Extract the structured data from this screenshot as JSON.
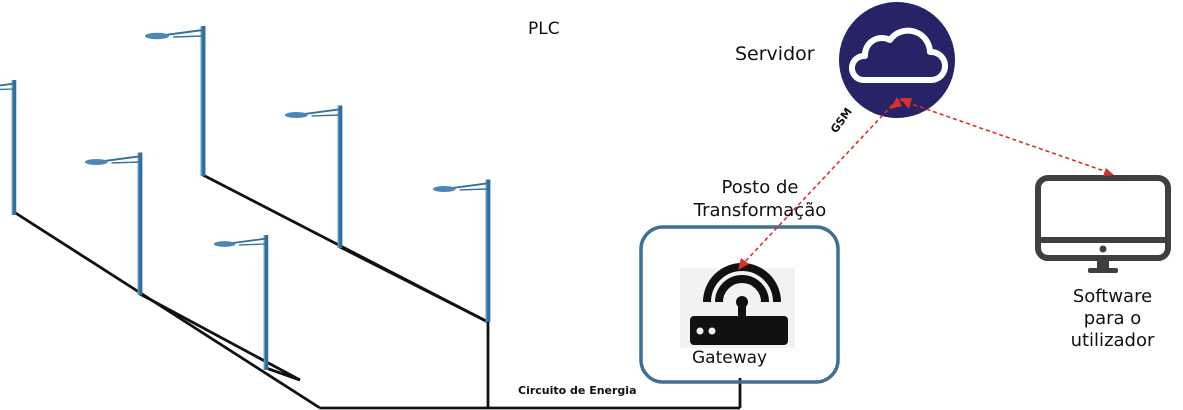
{
  "title": "PLC",
  "server": {
    "label": "Servidor",
    "icon": "cloud-icon",
    "color": "#262366"
  },
  "link_gsm": {
    "label": "GSM",
    "color": "#d9302b"
  },
  "transformer_post": {
    "label": "Posto de Transformação",
    "border_color": "#3f6f92"
  },
  "gateway": {
    "label": "Gateway",
    "icon": "router-icon"
  },
  "circuit": {
    "label": "Circuito de Energia"
  },
  "user_software": {
    "label": "Software para o utilizador",
    "icon": "monitor-icon"
  },
  "street_lamps": {
    "count": 6,
    "pole_color": "#2e6f9f"
  }
}
